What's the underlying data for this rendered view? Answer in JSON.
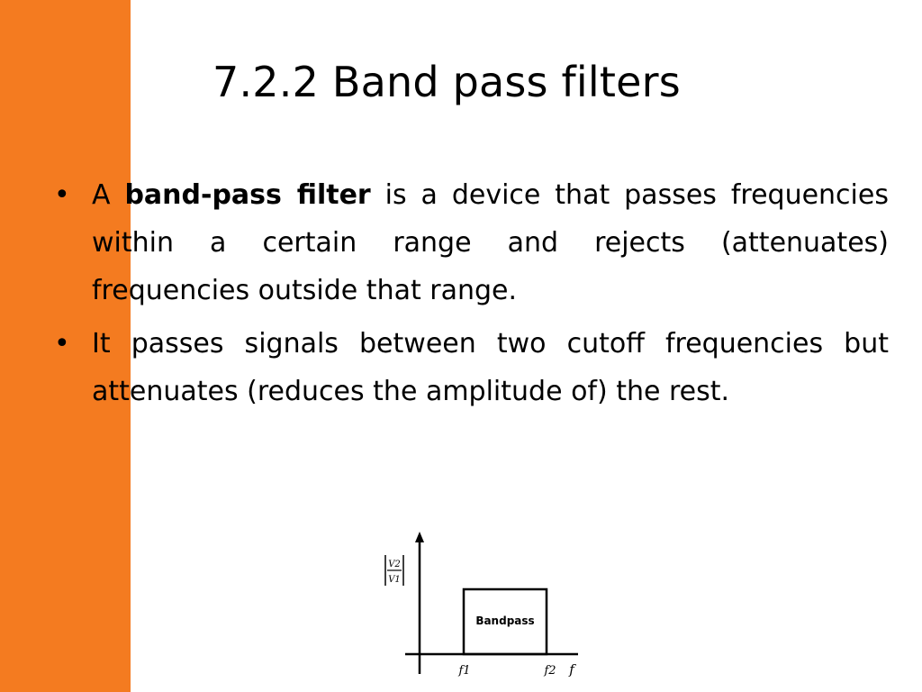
{
  "colors": {
    "accent": "#F47B20",
    "text": "#000000",
    "background": "#FFFFFF"
  },
  "slide": {
    "title": "7.2.2 Band pass filters",
    "bullets": [
      {
        "prefix": "A",
        "term": "band-pass filter",
        "text": "is a device that passes frequencies within a certain range and rejects (attenuates) frequencies outside that range."
      },
      {
        "prefix": "",
        "term": "",
        "text": "It passes signals between two cutoff frequencies but attenuates (reduces the amplitude of) the rest."
      }
    ]
  },
  "figure": {
    "y_axis_label_num": "V2",
    "y_axis_label_den": "V1",
    "box_label": "Bandpass",
    "x_axis_label": "f",
    "cutoff_low": "f1",
    "cutoff_high": "f2"
  }
}
